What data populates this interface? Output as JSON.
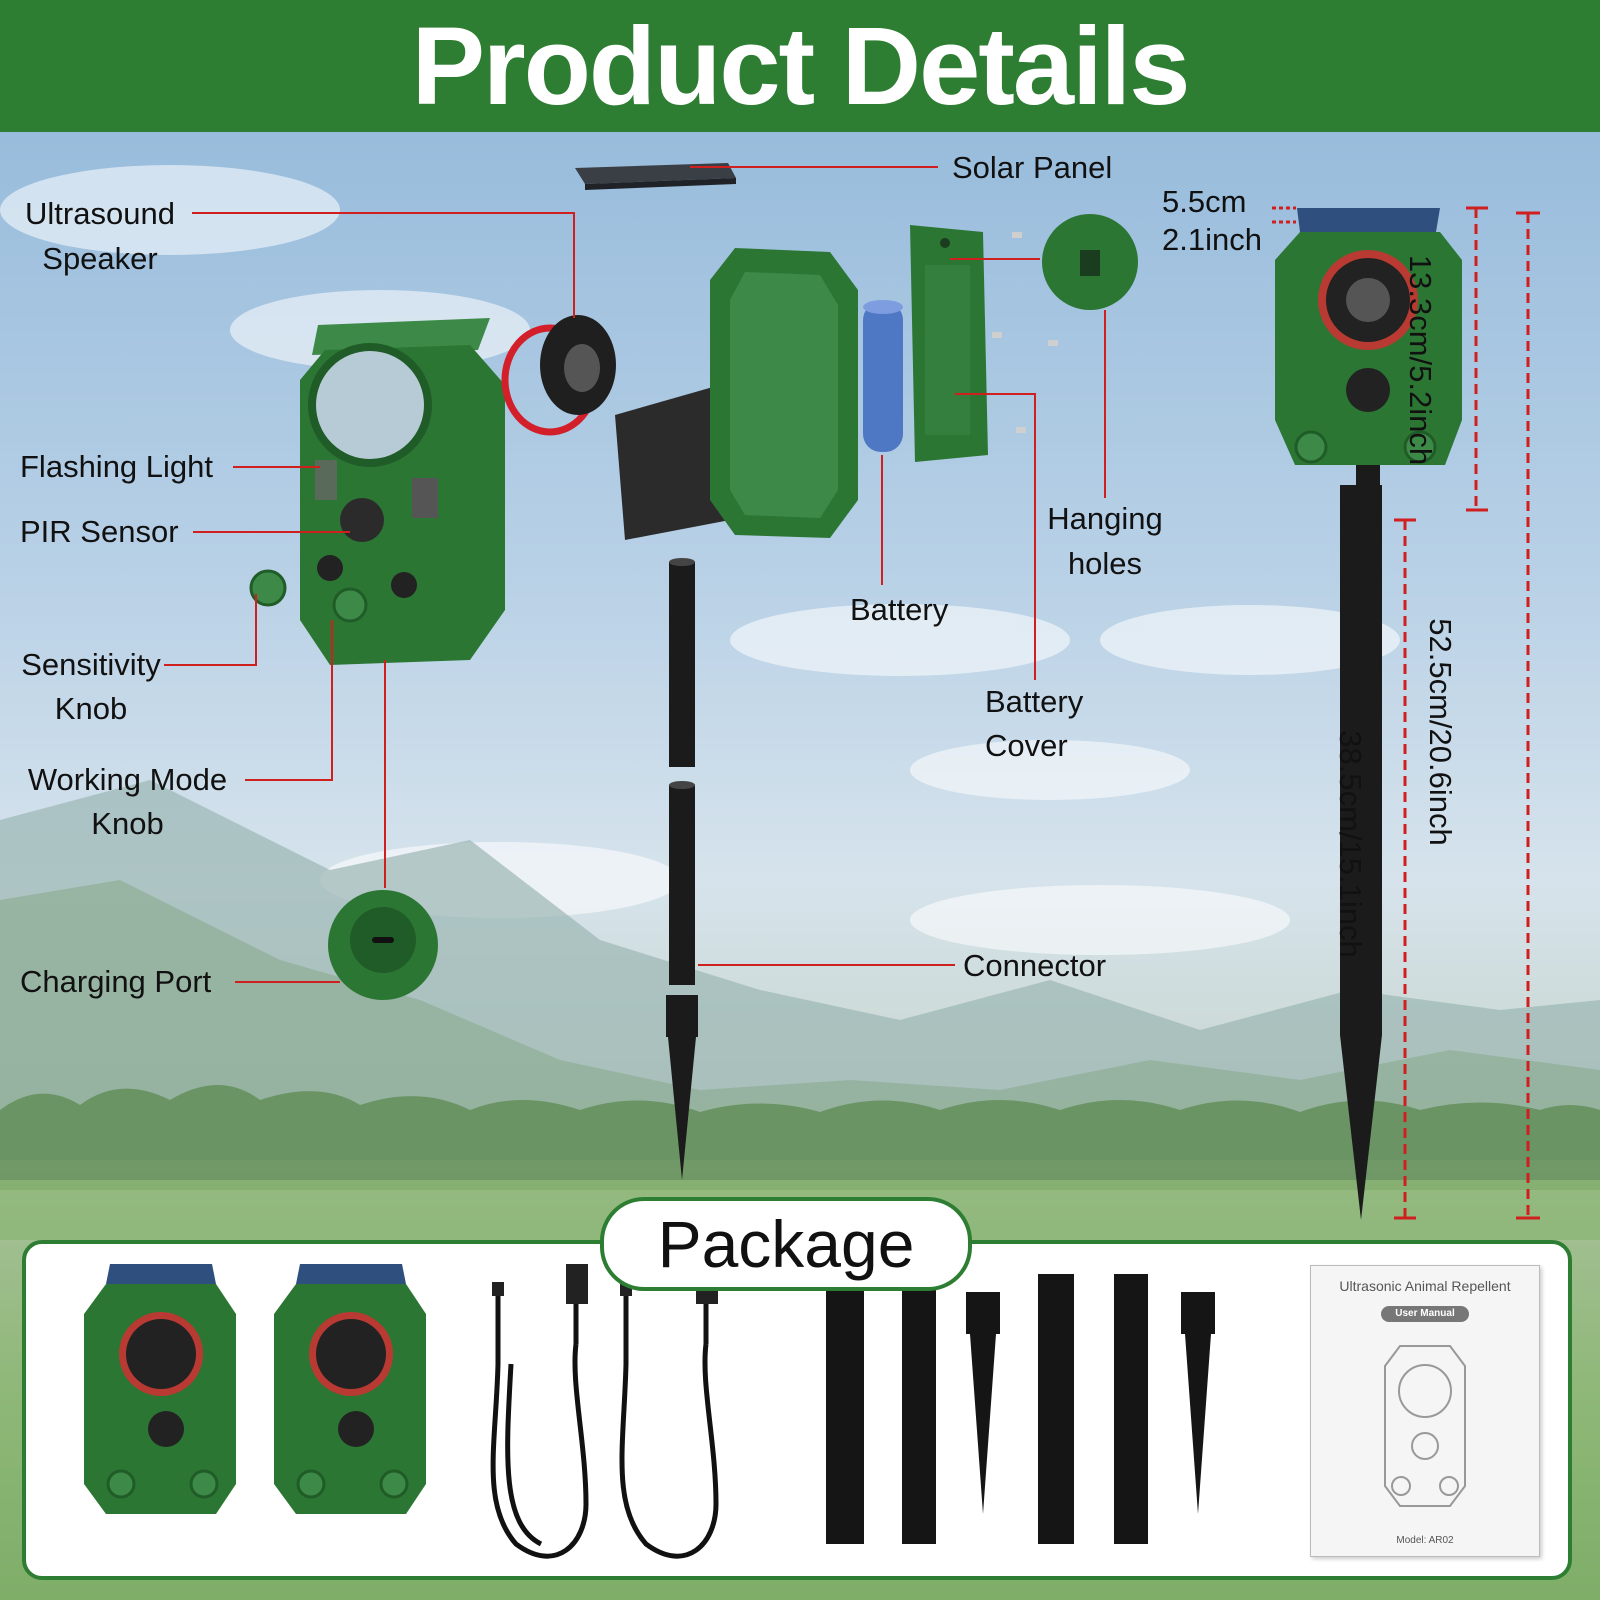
{
  "banner": {
    "title": "Product Details"
  },
  "labels": {
    "solar_panel": "Solar Panel",
    "ultrasound_speaker_line1": "Ultrasound",
    "ultrasound_speaker_line2": "Speaker",
    "flashing_light": "Flashing Light",
    "pir_sensor": "PIR Sensor",
    "sensitivity_line1": "Sensitivity",
    "sensitivity_line2": "Knob",
    "working_mode_line1": "Working Mode",
    "working_mode_line2": "Knob",
    "charging_port": "Charging Port",
    "battery": "Battery",
    "hanging_line1": "Hanging",
    "hanging_line2": "holes",
    "battery_cover_line1": "Battery",
    "battery_cover_line2": "Cover",
    "connector": "Connector"
  },
  "dimensions": {
    "width_cm": "5.5cm",
    "width_inch": "2.1inch",
    "head_height": "13.3cm/5.2inch",
    "stake_length": "38.5cm/15.1inch",
    "total_height": "52.5cm/20.6inch"
  },
  "package": {
    "title": "Package",
    "manual_title": "Ultrasonic Animal Repellent",
    "manual_subtitle": "User Manual",
    "manual_model": "Model: AR02"
  },
  "colors": {
    "brand_green": "#2d7d32",
    "device_green": "#2f7a3a",
    "leader_red": "#d01f1f"
  }
}
